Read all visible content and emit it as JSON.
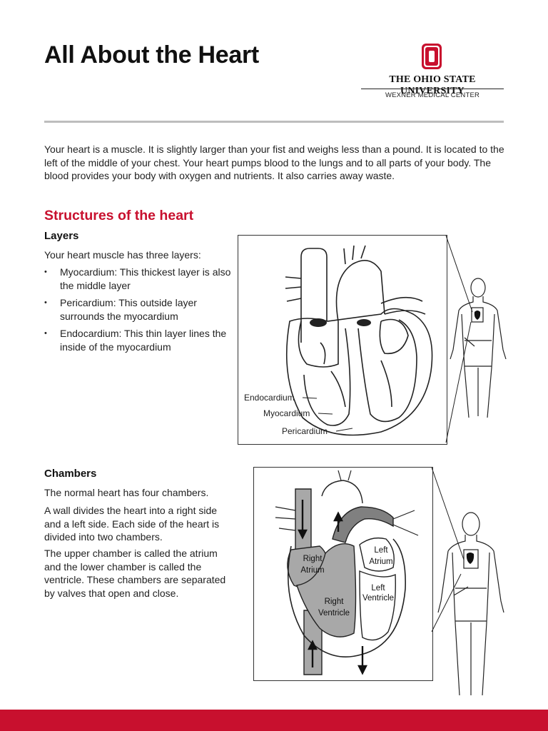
{
  "header": {
    "title": "All About the Heart",
    "logo": {
      "university": "THE OHIO STATE UNIVERSITY",
      "center": "WEXNER MEDICAL CENTER",
      "brand_color": "#c8102e"
    }
  },
  "intro": "Your heart is a muscle. It is slightly larger than your fist and weighs less than a pound. It is located to the left of the middle of your chest. Your heart pumps blood to the lungs and to all parts of your body. The blood provides your body with oxygen and nutrients. It also carries away waste.",
  "structures": {
    "heading": "Structures of the heart",
    "layers": {
      "heading": "Layers",
      "lead": "Your heart muscle has three layers:",
      "items": [
        "Myocardium:  This thickest layer is also the middle layer",
        "Pericardium:  This outside layer surrounds the myocardium",
        "Endocardium:  This thin layer lines the inside of the myocardium"
      ],
      "figure_labels": [
        "Endocardium",
        "Myocardium",
        "Pericardium"
      ]
    },
    "chambers": {
      "heading": "Chambers",
      "paragraphs": [
        "The normal heart has four chambers.",
        "A wall divides the heart into a right side and a left side. Each side of the heart is divided into two chambers.",
        "The upper chamber is called the atrium and the lower chamber is called the ventricle. These chambers are separated by valves that open and close."
      ],
      "figure_labels": {
        "right_atrium": [
          "Right",
          "Atrium"
        ],
        "left_atrium": [
          "Left",
          "Atrium"
        ],
        "right_ventricle": [
          "Right",
          "Ventricle"
        ],
        "left_ventricle": [
          "Left",
          "Ventricle"
        ]
      }
    }
  },
  "colors": {
    "accent": "#c8102e",
    "divider": "#bdbdbd",
    "deoxygenated": "#a8a8a8",
    "oxygenated": "#808080"
  }
}
